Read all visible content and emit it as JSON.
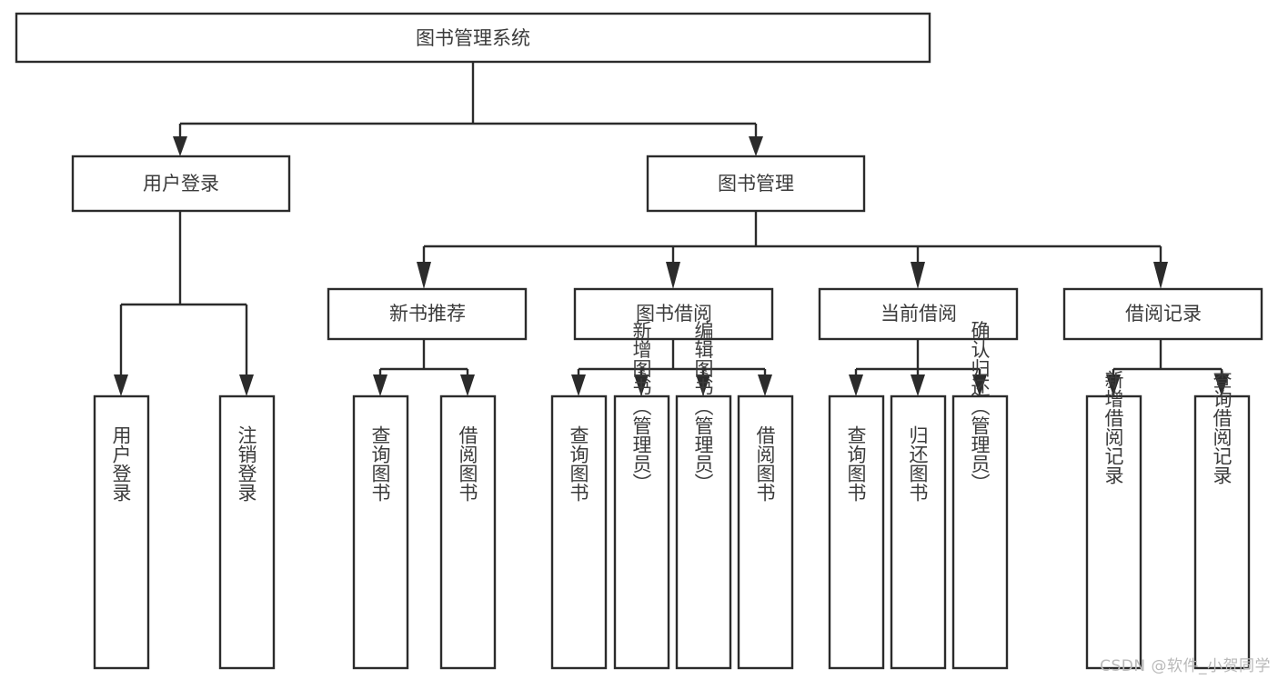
{
  "diagram": {
    "title": "图书管理系统",
    "type": "hierarchy-tree",
    "watermark": "CSDN @软件_小贺同学",
    "colors": {
      "stroke": "#2b2b2b",
      "box_fill": "#ffffff",
      "text": "#3b3b3b",
      "background": "#ffffff",
      "watermark": "#b9b9b9"
    },
    "levels": [
      {
        "level": 1,
        "nodes": [
          {
            "id": "root",
            "label": "图书管理系统",
            "orientation": "horizontal"
          }
        ]
      },
      {
        "level": 2,
        "nodes": [
          {
            "id": "user-login",
            "label": "用户登录",
            "orientation": "horizontal",
            "parent": "root"
          },
          {
            "id": "book-manage",
            "label": "图书管理",
            "orientation": "horizontal",
            "parent": "root"
          }
        ]
      },
      {
        "level": 3,
        "nodes": [
          {
            "id": "new-book-recommend",
            "label": "新书推荐",
            "orientation": "horizontal",
            "parent": "book-manage"
          },
          {
            "id": "book-borrow",
            "label": "图书借阅",
            "orientation": "horizontal",
            "parent": "book-manage"
          },
          {
            "id": "current-borrow",
            "label": "当前借阅",
            "orientation": "horizontal",
            "parent": "book-manage"
          },
          {
            "id": "borrow-record",
            "label": "借阅记录",
            "orientation": "horizontal",
            "parent": "book-manage"
          }
        ]
      },
      {
        "level": 4,
        "nodes": [
          {
            "id": "leaf-user-login",
            "label": "用户登录",
            "orientation": "vertical",
            "parent": "user-login"
          },
          {
            "id": "leaf-logout-login",
            "label": "注销登录",
            "orientation": "vertical",
            "parent": "user-login"
          },
          {
            "id": "leaf-query-book-1",
            "label": "查询图书",
            "orientation": "vertical",
            "parent": "new-book-recommend"
          },
          {
            "id": "leaf-borrow-book-1",
            "label": "借阅图书",
            "orientation": "vertical",
            "parent": "new-book-recommend"
          },
          {
            "id": "leaf-query-book-2",
            "label": "查询图书",
            "orientation": "vertical",
            "parent": "book-borrow"
          },
          {
            "id": "leaf-add-book",
            "label": "新增图书（管理员）",
            "orientation": "vertical",
            "parent": "book-borrow"
          },
          {
            "id": "leaf-edit-book",
            "label": "编辑图书（管理员）",
            "orientation": "vertical",
            "parent": "book-borrow"
          },
          {
            "id": "leaf-borrow-book-2",
            "label": "借阅图书",
            "orientation": "vertical",
            "parent": "book-borrow"
          },
          {
            "id": "leaf-query-book-3",
            "label": "查询图书",
            "orientation": "vertical",
            "parent": "current-borrow"
          },
          {
            "id": "leaf-return-book",
            "label": "归还图书",
            "orientation": "vertical",
            "parent": "current-borrow"
          },
          {
            "id": "leaf-confirm-return",
            "label": "确认归还（管理员）",
            "orientation": "vertical",
            "parent": "current-borrow"
          },
          {
            "id": "leaf-add-record",
            "label": "新增借阅记录",
            "orientation": "vertical",
            "parent": "borrow-record"
          },
          {
            "id": "leaf-query-record",
            "label": "查询借阅记录",
            "orientation": "vertical",
            "parent": "borrow-record"
          }
        ]
      }
    ],
    "nodes_flat": {
      "root": "图书管理系统",
      "user_login": "用户登录",
      "book_manage": "图书管理",
      "new_book_recommend": "新书推荐",
      "book_borrow": "图书借阅",
      "current_borrow": "当前借阅",
      "borrow_record": "借阅记录",
      "leaf_user_login": "用户登录",
      "leaf_logout_login": "注销登录",
      "leaf_query_book_1": "查询图书",
      "leaf_borrow_book_1": "借阅图书",
      "leaf_query_book_2": "查询图书",
      "leaf_add_book": "新增图书（管理员）",
      "leaf_edit_book": "编辑图书（管理员）",
      "leaf_borrow_book_2": "借阅图书",
      "leaf_query_book_3": "查询图书",
      "leaf_return_book": "归还图书",
      "leaf_confirm_return": "确认归还（管理员）",
      "leaf_add_record": "新增借阅记录",
      "leaf_query_record": "查询借阅记录"
    }
  }
}
